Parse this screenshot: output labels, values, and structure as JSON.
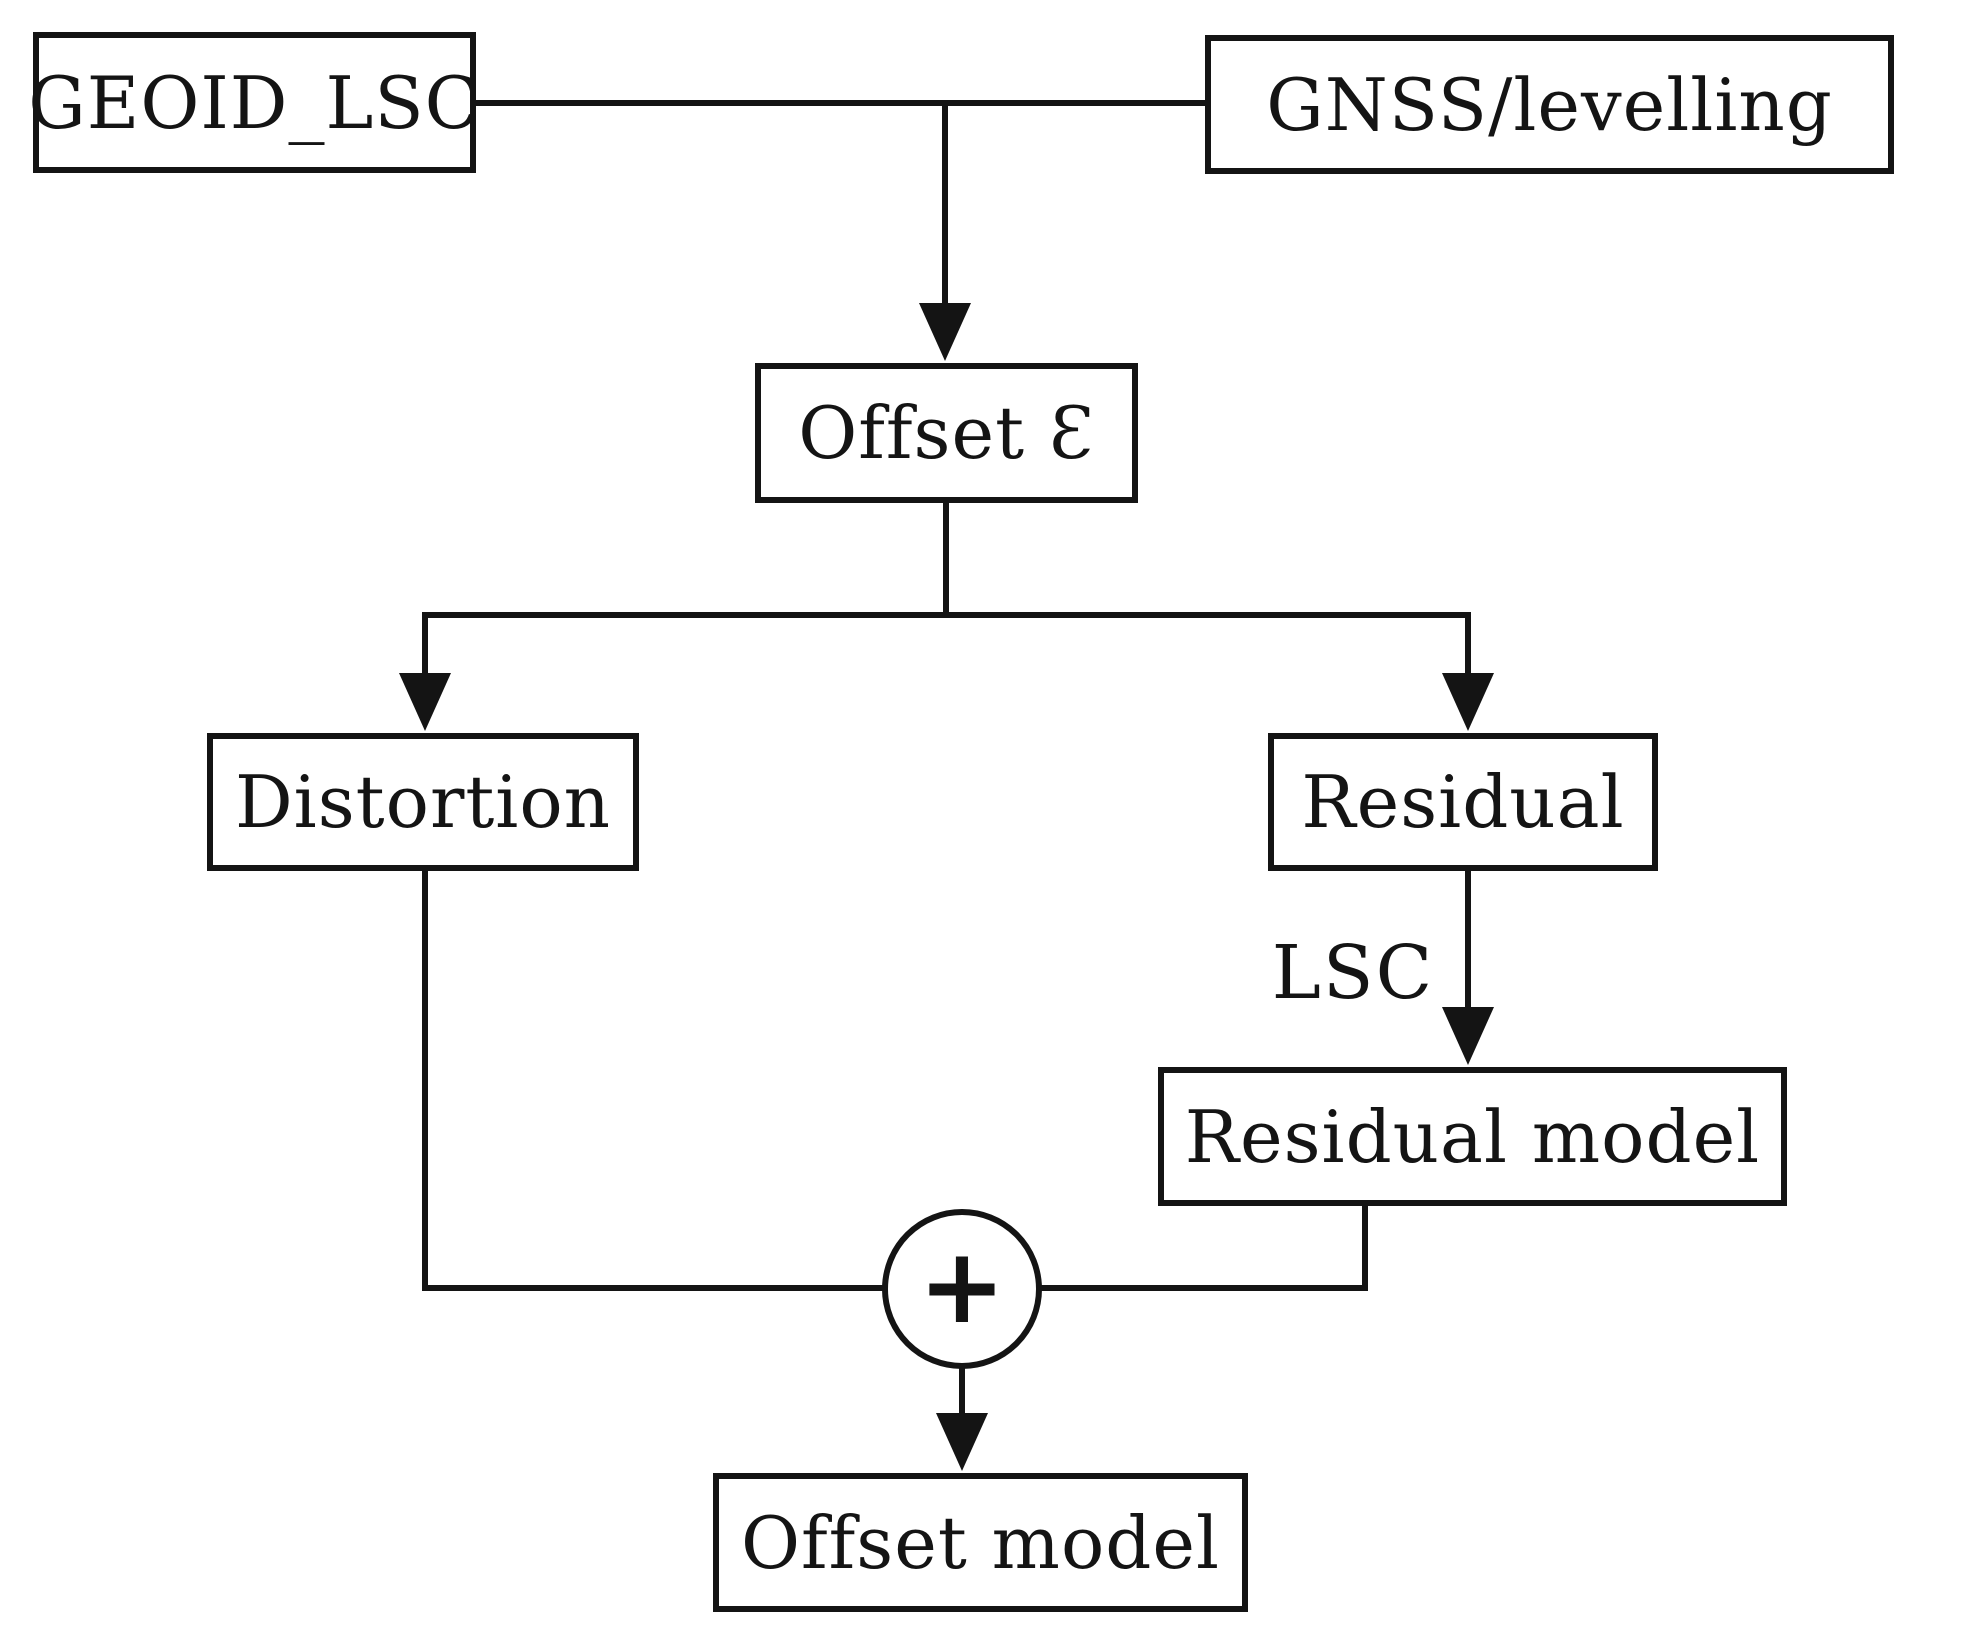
{
  "diagram": {
    "kind": "flowchart",
    "nodes": {
      "geoid_lsc": {
        "label": "GEOID_LSC"
      },
      "gnss_levelling": {
        "label": "GNSS/levelling"
      },
      "offset": {
        "label": "Offset Ɛ"
      },
      "distortion": {
        "label": "Distortion"
      },
      "residual": {
        "label": "Residual"
      },
      "residual_model": {
        "label": "Residual model"
      },
      "offset_model": {
        "label": "Offset model"
      }
    },
    "edge_labels": {
      "lsc": "LSC"
    },
    "operators": {
      "sum": "+"
    },
    "colors": {
      "line": "#141414",
      "box_border": "#141414",
      "box_fill": "#ffffff",
      "text": "#141414",
      "background": "#ffffff"
    }
  }
}
